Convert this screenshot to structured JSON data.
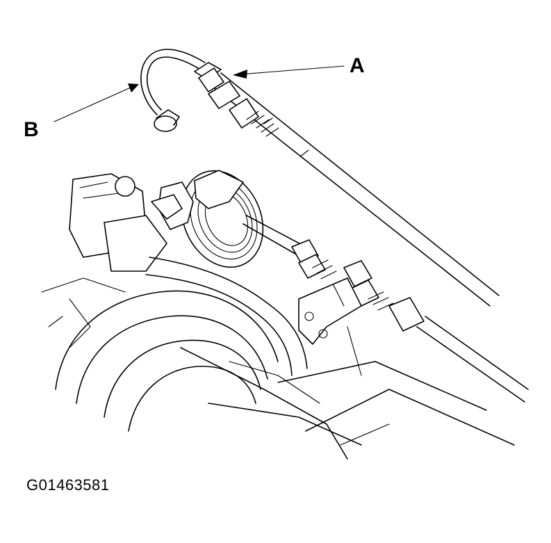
{
  "callouts": {
    "a": "A",
    "b": "B"
  },
  "figure_id": "G01463581",
  "icons": {
    "arrow_a": "arrow-left-icon",
    "arrow_b": "arrow-right-icon"
  },
  "colors": {
    "ink": "#000000",
    "background": "#ffffff"
  }
}
